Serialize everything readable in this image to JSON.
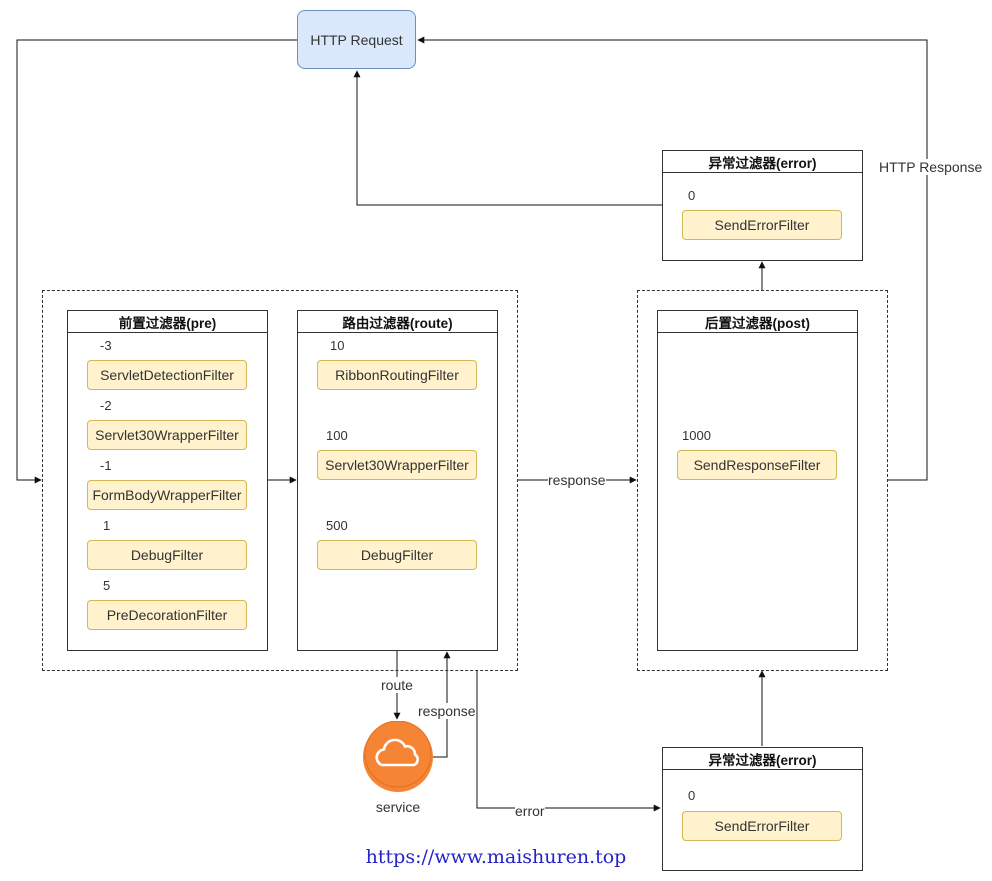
{
  "request": {
    "label": "HTTP Request"
  },
  "pre": {
    "title": "前置过滤器(pre)",
    "filters": [
      {
        "order": "-3",
        "name": "ServletDetectionFilter"
      },
      {
        "order": "-2",
        "name": "Servlet30WrapperFilter"
      },
      {
        "order": "-1",
        "name": "FormBodyWrapperFilter"
      },
      {
        "order": "1",
        "name": "DebugFilter"
      },
      {
        "order": "5",
        "name": "PreDecorationFilter"
      }
    ]
  },
  "route": {
    "title": "路由过滤器(route)",
    "filters": [
      {
        "order": "10",
        "name": "RibbonRoutingFilter"
      },
      {
        "order": "100",
        "name": "Servlet30WrapperFilter"
      },
      {
        "order": "500",
        "name": "DebugFilter"
      }
    ]
  },
  "post": {
    "title": "后置过滤器(post)",
    "filters": [
      {
        "order": "1000",
        "name": "SendResponseFilter"
      }
    ]
  },
  "error_top": {
    "title": "异常过滤器(error)",
    "order": "0",
    "filter": "SendErrorFilter"
  },
  "error_bottom": {
    "title": "异常过滤器(error)",
    "order": "0",
    "filter": "SendErrorFilter"
  },
  "service": {
    "label": "service",
    "icon": "cloud-icon",
    "color": "#f58534"
  },
  "edges": {
    "http_response": "HTTP Response",
    "response_main": "response",
    "route": "route",
    "response_service": "response",
    "error": "error"
  },
  "footer": {
    "url": "https://www.maishuren.top"
  }
}
